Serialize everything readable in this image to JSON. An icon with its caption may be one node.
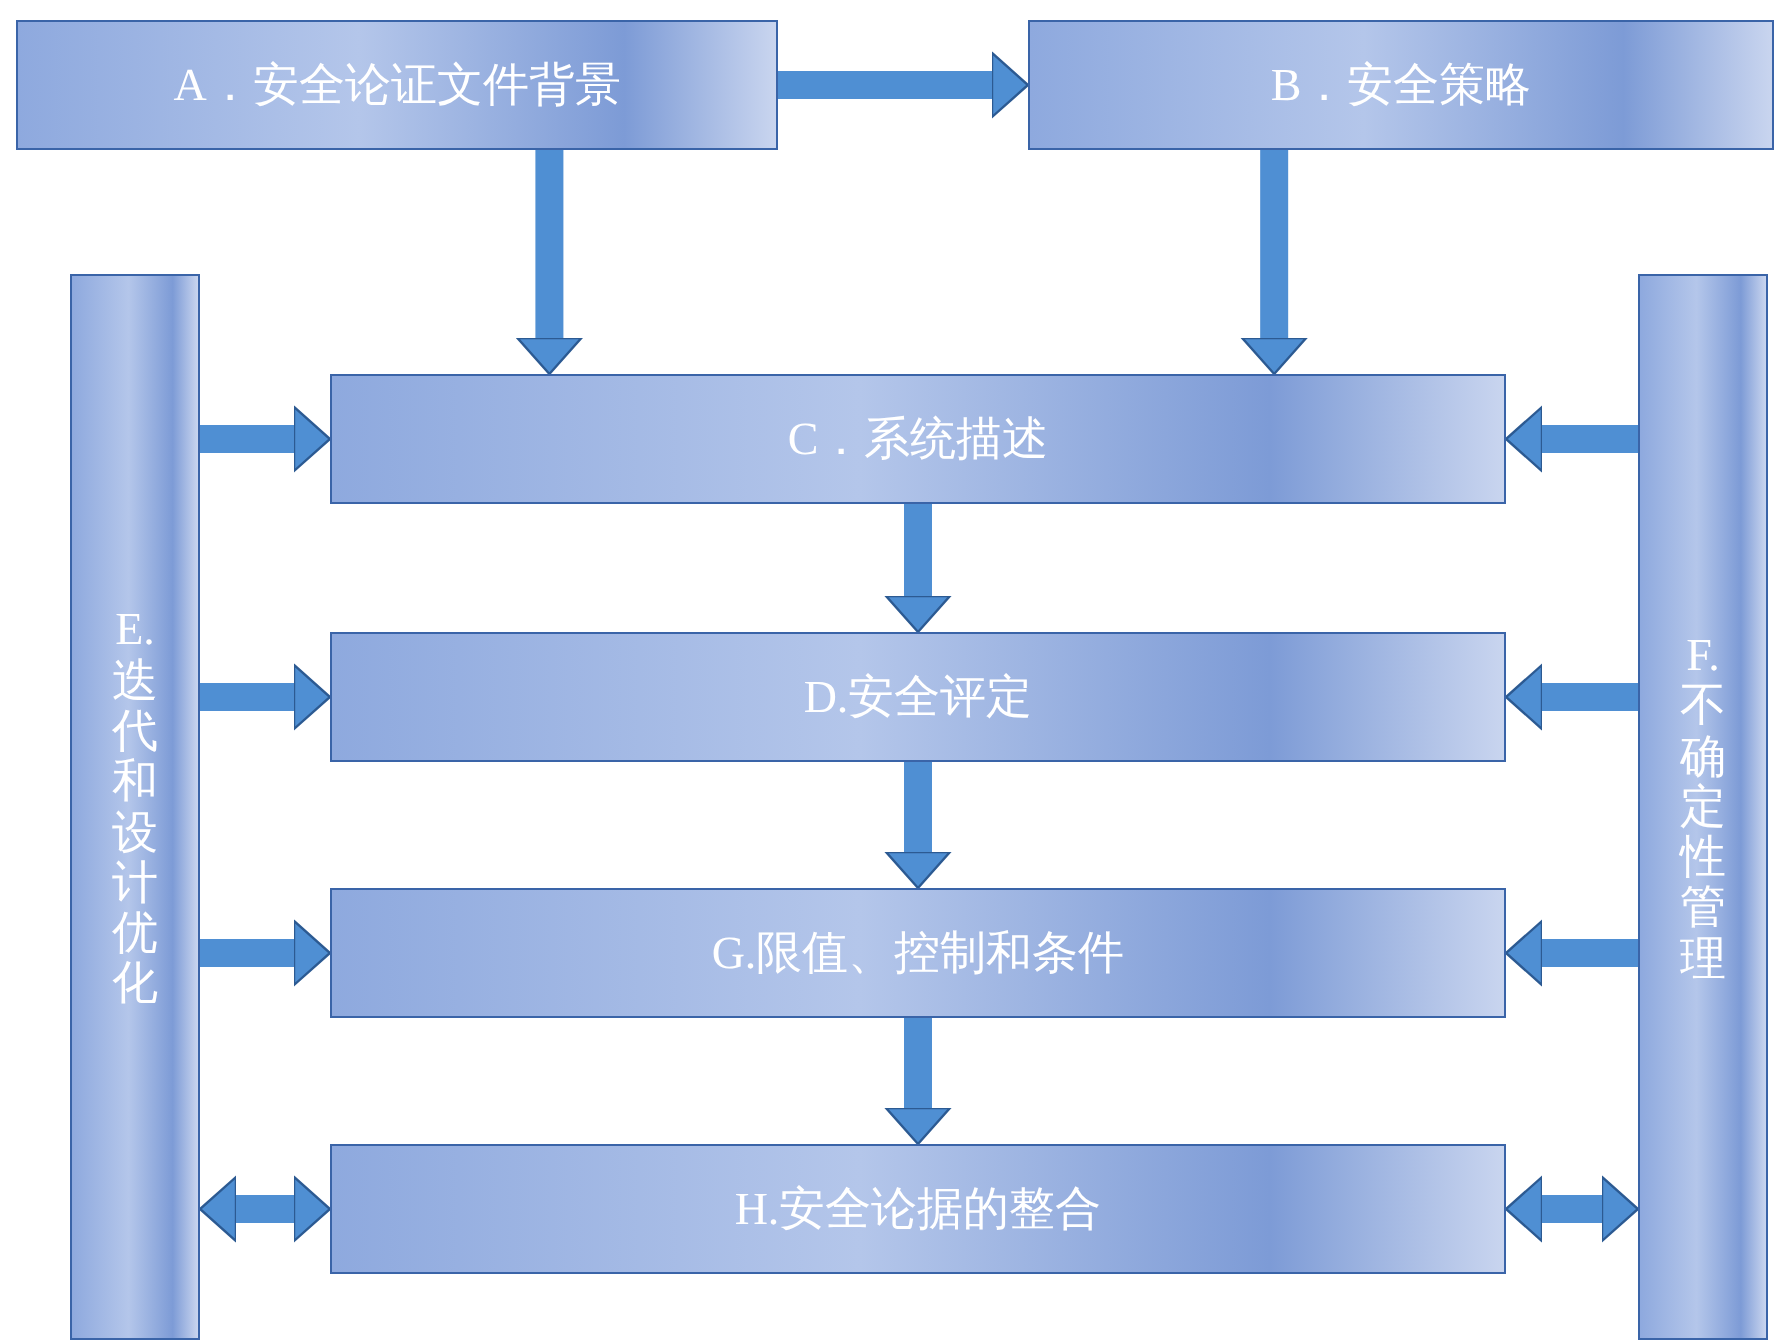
{
  "diagram": {
    "nodes": [
      {
        "text": [
          "A．安全论证文件背景"
        ]
      },
      {
        "text": [
          "B．安全策略"
        ]
      },
      {
        "text": [
          "E.迭代和设计优化"
        ]
      },
      {
        "text": [
          "C．系统描述"
        ]
      },
      {
        "text": [
          "D.安全评定"
        ]
      },
      {
        "text": [
          "G.限值、控制和条件"
        ]
      },
      {
        "text": [
          "H.安全论据的整合"
        ]
      },
      {
        "text": [
          "F.不确定性管理"
        ]
      }
    ],
    "edges": [
      {
        "from": 0,
        "to": 1,
        "arrow": "to"
      },
      {
        "from": 0,
        "to": 3,
        "arrow": "to"
      },
      {
        "from": 1,
        "to": 3,
        "arrow": "to"
      },
      {
        "from": 2,
        "to": 3,
        "arrow": "to"
      },
      {
        "from": 7,
        "to": 3,
        "arrow": "to"
      },
      {
        "from": 3,
        "to": 4,
        "arrow": "to"
      },
      {
        "from": 2,
        "to": 4,
        "arrow": "to"
      },
      {
        "from": 7,
        "to": 4,
        "arrow": "to"
      },
      {
        "from": 4,
        "to": 5,
        "arrow": "to"
      },
      {
        "from": 2,
        "to": 5,
        "arrow": "to"
      },
      {
        "from": 7,
        "to": 5,
        "arrow": "to"
      },
      {
        "from": 5,
        "to": 6,
        "arrow": "to"
      },
      {
        "from": 2,
        "to": 6,
        "arrow": "both"
      },
      {
        "from": 7,
        "to": 6,
        "arrow": "both"
      }
    ]
  }
}
